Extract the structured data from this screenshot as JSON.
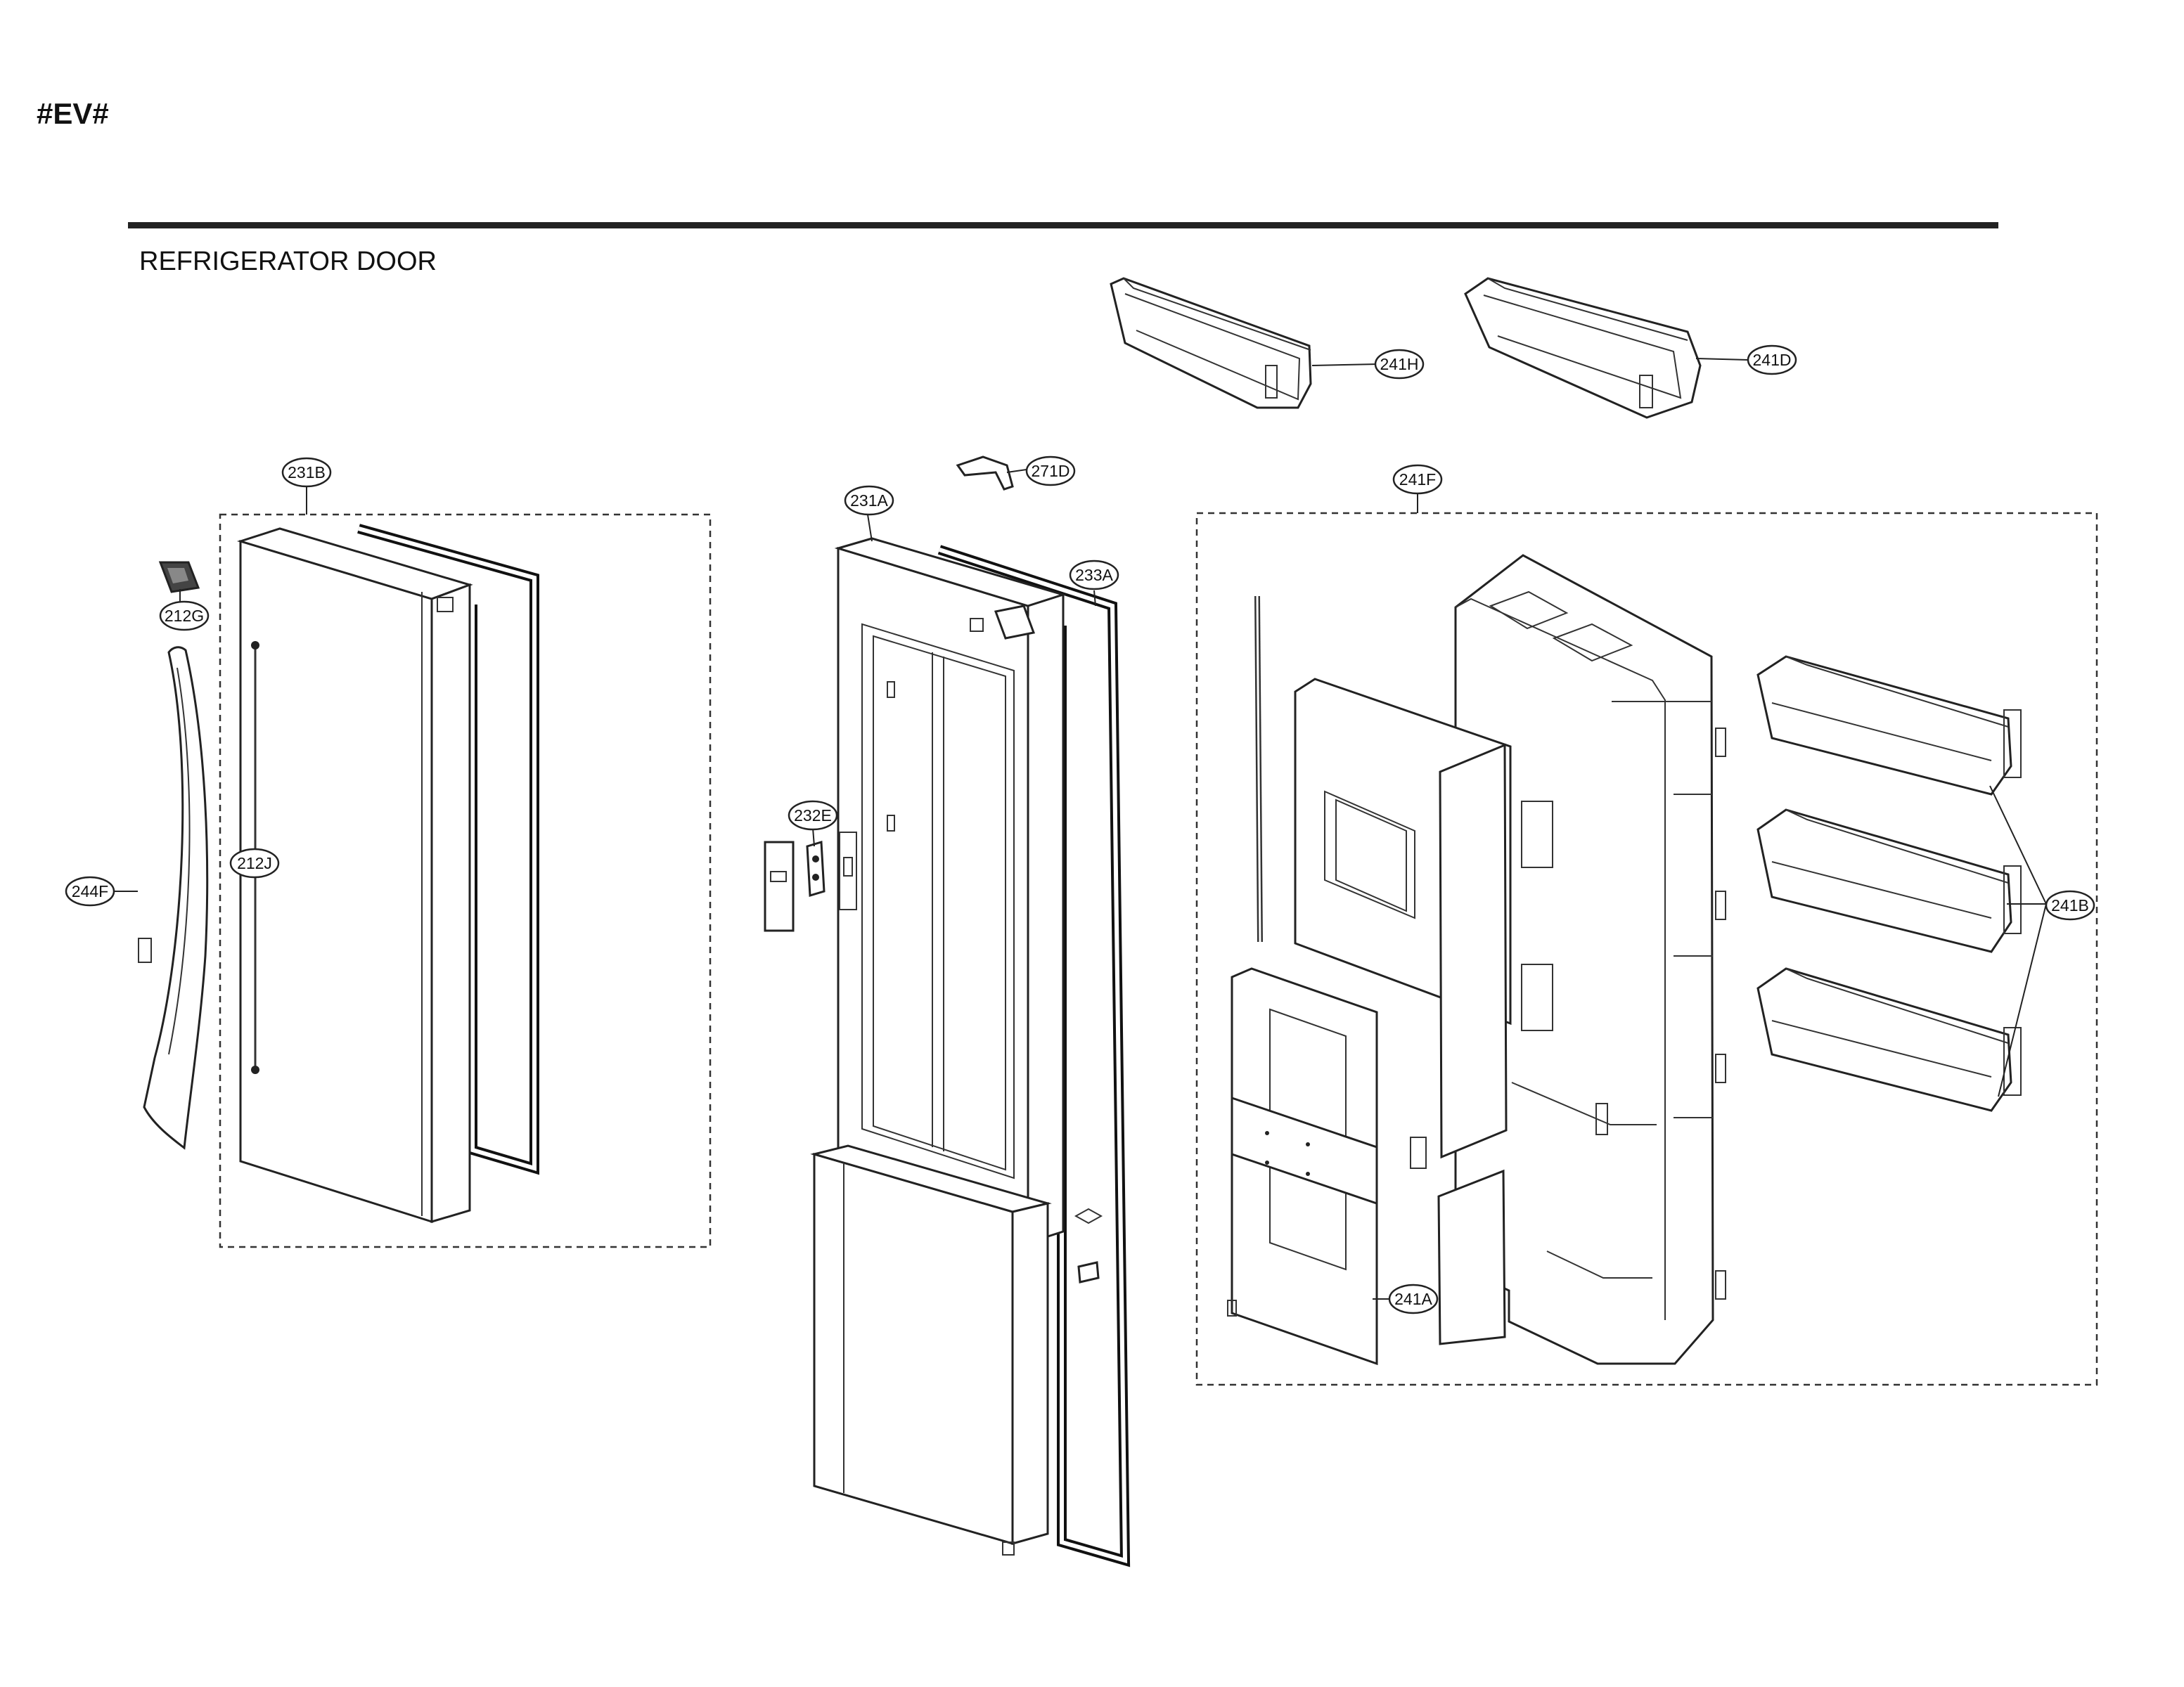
{
  "header": {
    "model_code": "#EV#",
    "section_title": "REFRIGERATOR DOOR"
  },
  "callouts": {
    "c231B": "231B",
    "c212G": "212G",
    "c244F": "244F",
    "c212J": "212J",
    "c231A": "231A",
    "c271D": "271D",
    "c233A": "233A",
    "c232E": "232E",
    "c241H": "241H",
    "c241D": "241D",
    "c241F": "241F",
    "c241B": "241B",
    "c241A": "241A"
  },
  "colors": {
    "line": "#222222",
    "background": "#ffffff"
  }
}
